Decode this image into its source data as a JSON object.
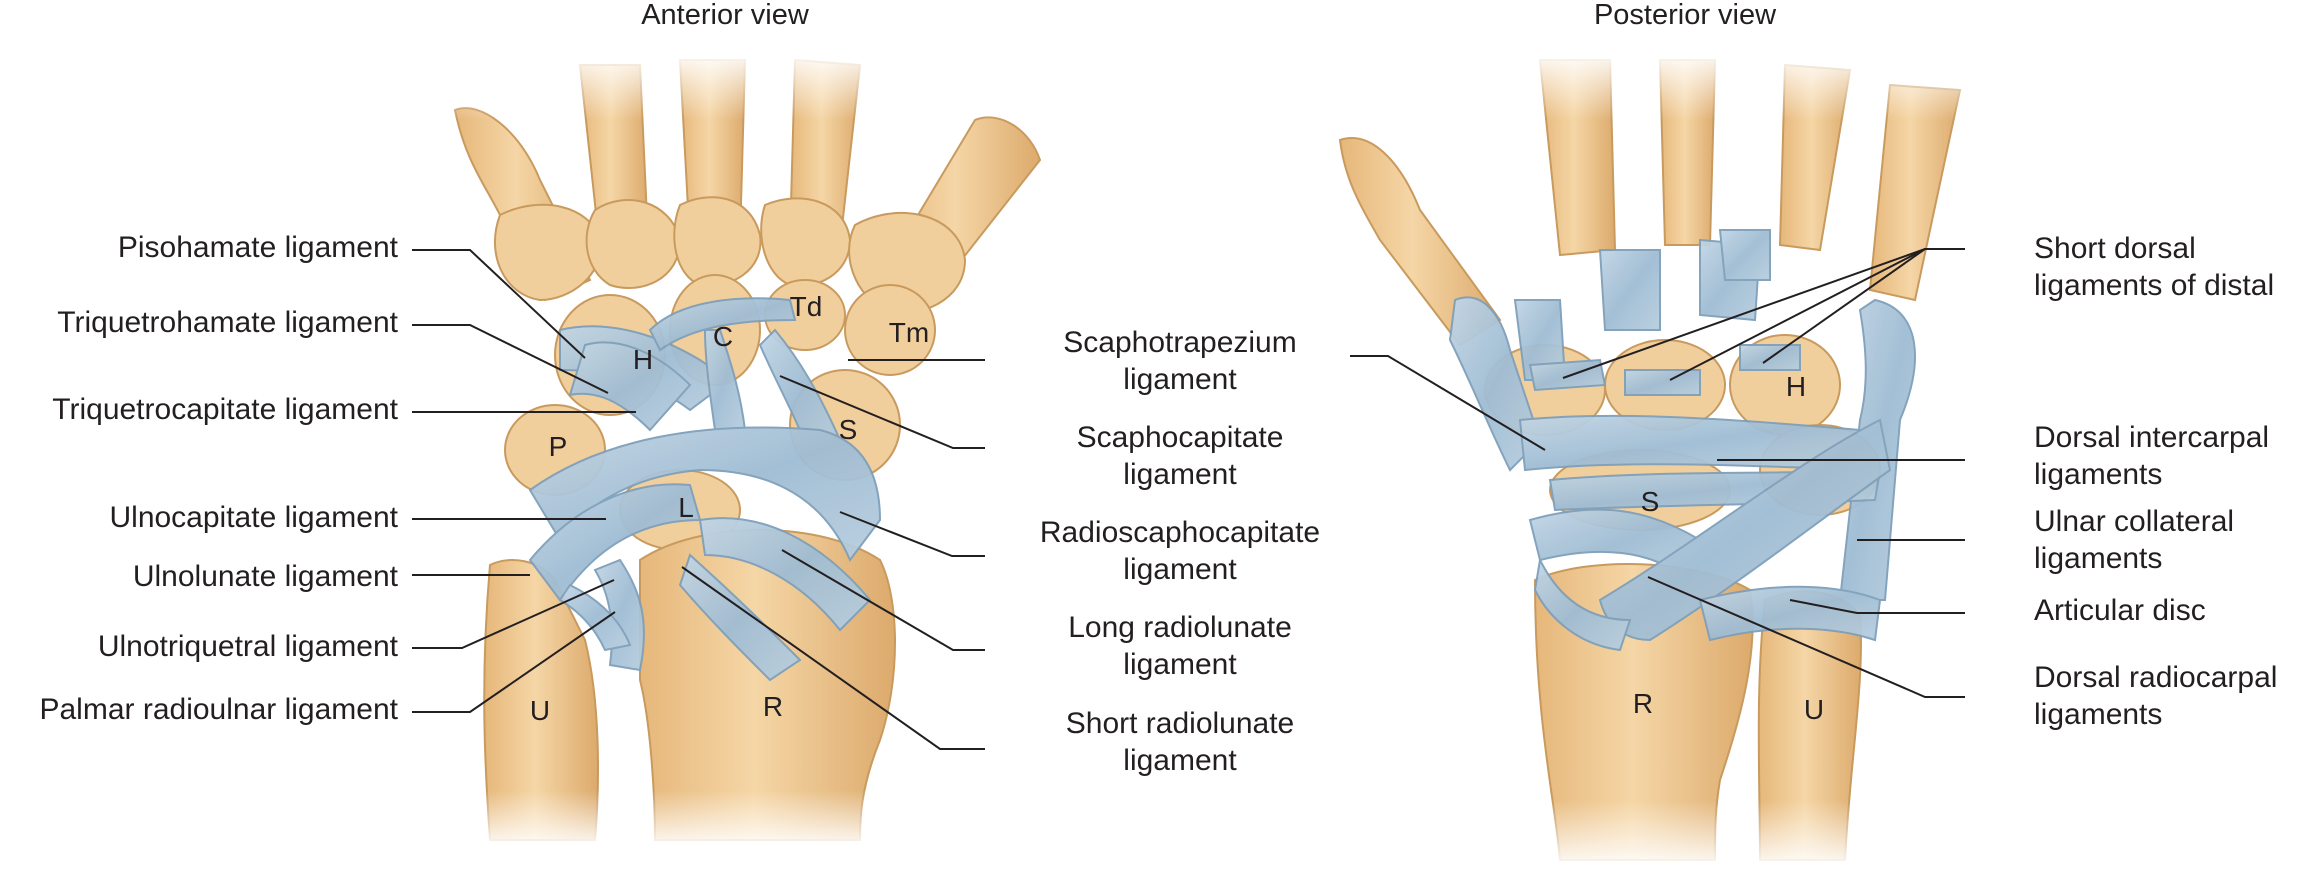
{
  "views": {
    "anterior_title": "Anterior view",
    "posterior_title": "Posterior view"
  },
  "anterior_labels": {
    "pisohamate": "Pisohamate ligament",
    "triquetrohamate": "Triquetrohamate ligament",
    "triquetrocapitate": "Triquetrocapitate ligament",
    "ulnocapitate": "Ulnocapitate ligament",
    "ulnolunate": "Ulnolunate ligament",
    "ulnotriquetral": "Ulnotriquetral ligament",
    "palmar_radioulnar": "Palmar radioulnar ligament",
    "scaphotrapezium_1": "Scaphotrapezium",
    "scaphotrapezium_2": "ligament",
    "scaphocapitate_1": "Scaphocapitate",
    "scaphocapitate_2": "ligament",
    "radioscaphocapitate_1": "Radioscaphocapitate",
    "radioscaphocapitate_2": "ligament",
    "long_radiolunate_1": "Long radiolunate",
    "long_radiolunate_2": "ligament",
    "short_radiolunate_1": "Short radiolunate",
    "short_radiolunate_2": "ligament"
  },
  "posterior_labels": {
    "short_dorsal_1": "Short dorsal",
    "short_dorsal_2": "ligaments of distal",
    "dorsal_intercarpal_1": "Dorsal intercarpal",
    "dorsal_intercarpal_2": "ligaments",
    "ulnar_collateral_1": "Ulnar collateral",
    "ulnar_collateral_2": "ligaments",
    "articular_disc": "Articular disc",
    "dorsal_radiocarpal_1": "Dorsal radiocarpal",
    "dorsal_radiocarpal_2": "ligaments"
  },
  "bone_letters": {
    "anterior": {
      "hamate": "H",
      "capitate": "C",
      "trapezoid": "Td",
      "trapezium": "Tm",
      "pisiform": "P",
      "scaphoid": "S",
      "lunate": "L",
      "ulna": "U",
      "radius": "R"
    },
    "posterior": {
      "hamate": "H",
      "scaphoid": "S",
      "radius": "R",
      "ulna": "U"
    }
  },
  "colors": {
    "bone_fill": "#f1cf9c",
    "bone_shade": "#d9a96a",
    "bone_outline": "#c99a5e",
    "ligament_fill": "#a9c4d9",
    "ligament_stroke": "#7e9fba",
    "leader_line": "#231f20"
  }
}
